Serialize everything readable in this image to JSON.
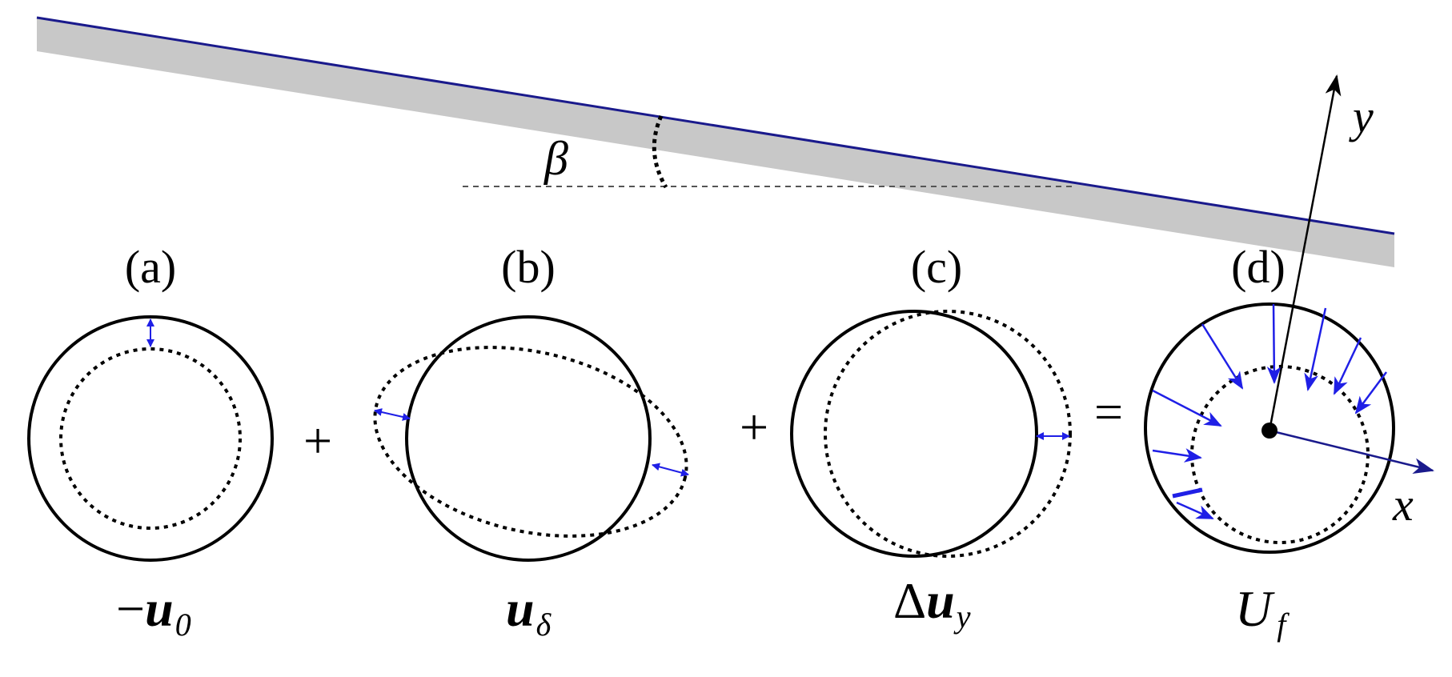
{
  "angle_label": "β",
  "axes": {
    "y_label": "y",
    "x_label": "x"
  },
  "panels": [
    {
      "label": "(a)",
      "symbol_prefix": "−",
      "symbol_main": "u",
      "symbol_sub": "0"
    },
    {
      "label": "(b)",
      "symbol_prefix": "",
      "symbol_main": "u",
      "symbol_sub": "δ"
    },
    {
      "label": "(c)",
      "symbol_prefix": "Δ",
      "symbol_main": "u",
      "symbol_sub": "y"
    },
    {
      "label": "(d)",
      "symbol_prefix": "",
      "symbol_main": "U",
      "symbol_sub": "f"
    }
  ],
  "operators": [
    "+",
    "+",
    "="
  ],
  "colors": {
    "arrow": "#1f1fe6",
    "surface_line": "#1a1a8c",
    "shading": "#c8c8c8",
    "axis": "#000000",
    "x_axis": "#1a1a8c"
  }
}
